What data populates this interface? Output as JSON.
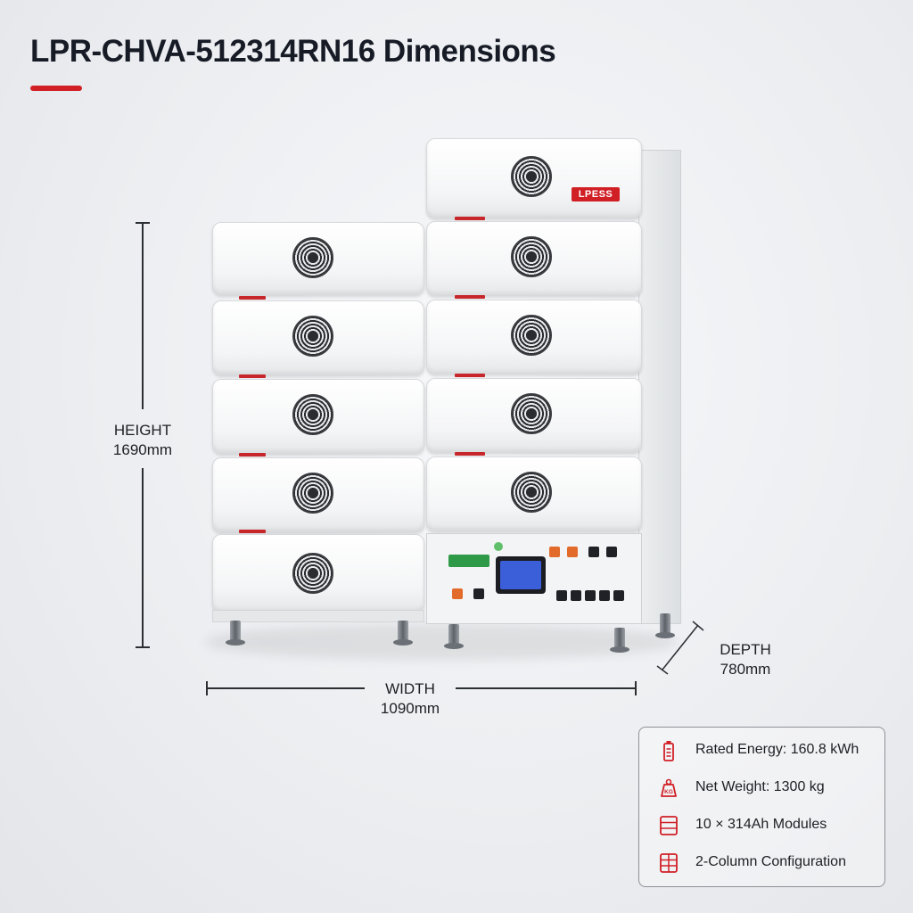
{
  "title": "LPR-CHVA-512314RN16 Dimensions",
  "brand": {
    "logo_text": "LPESS",
    "accent_color": "#d11f26"
  },
  "dimensions": {
    "height": {
      "label": "HEIGHT",
      "value": "1690mm"
    },
    "width": {
      "label": "WIDTH",
      "value": "1090mm"
    },
    "depth": {
      "label": "DEPTH",
      "value": "780mm"
    }
  },
  "specs": [
    {
      "icon": "battery-icon",
      "text": "Rated Energy: 160.8 kWh"
    },
    {
      "icon": "weight-kg-icon",
      "icon_text": "KG",
      "text": "Net Weight: 1300 kg"
    },
    {
      "icon": "stacked-modules-icon",
      "text": "10 × 314Ah Modules"
    },
    {
      "icon": "grid-columns-icon",
      "text": "2-Column Configuration"
    }
  ]
}
